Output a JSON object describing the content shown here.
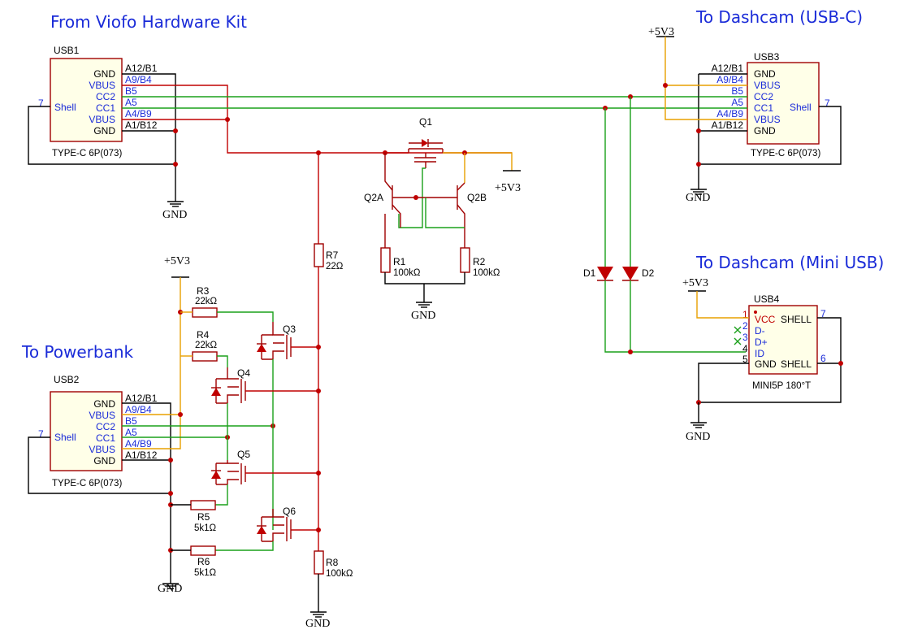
{
  "titles": {
    "from_viofo": "From Viofo Hardware Kit",
    "to_usbc": "To Dashcam (USB-C)",
    "to_powerbank": "To Powerbank",
    "to_miniusb": "To Dashcam (Mini USB)"
  },
  "power_labels": {
    "v5v3": "+5V3",
    "gnd": "GND"
  },
  "usb1": {
    "ref": "USB1",
    "footprint": "TYPE-C 6P(073)",
    "pin_names": [
      "GND",
      "VBUS",
      "CC2",
      "CC1",
      "VBUS",
      "GND"
    ],
    "pin_numbers": [
      "A12/B1",
      "A9/B4",
      "B5",
      "A5",
      "A4/B9",
      "A1/B12"
    ],
    "shell": "Shell",
    "shell_pin": "7"
  },
  "usb2": {
    "ref": "USB2",
    "footprint": "TYPE-C 6P(073)",
    "pin_names": [
      "GND",
      "VBUS",
      "CC2",
      "CC1",
      "VBUS",
      "GND"
    ],
    "pin_numbers": [
      "A12/B1",
      "A9/B4",
      "B5",
      "A5",
      "A4/B9",
      "A1/B12"
    ],
    "shell": "Shell",
    "shell_pin": "7"
  },
  "usb3": {
    "ref": "USB3",
    "footprint": "TYPE-C 6P(073)",
    "pin_names": [
      "GND",
      "VBUS",
      "CC2",
      "CC1",
      "VBUS",
      "GND"
    ],
    "pin_numbers": [
      "A12/B1",
      "A9/B4",
      "B5",
      "A5",
      "A4/B9",
      "A1/B12"
    ],
    "shell": "Shell",
    "shell_pin": "7"
  },
  "usb4": {
    "ref": "USB4",
    "footprint": "MINI5P 180°T",
    "pin_names": [
      "VCC",
      "D-",
      "D+",
      "ID",
      "GND"
    ],
    "pin_numbers": [
      "1",
      "2",
      "3",
      "4",
      "5"
    ],
    "shell_top": "SHELL",
    "shell_bottom": "SHELL",
    "shell_pin_top": "7",
    "shell_pin_bottom": "6"
  },
  "components": {
    "q1": "Q1",
    "q2a": "Q2A",
    "q2b": "Q2B",
    "q3": "Q3",
    "q4": "Q4",
    "q5": "Q5",
    "q6": "Q6",
    "d1": "D1",
    "d2": "D2",
    "r1": {
      "ref": "R1",
      "value": "100kΩ"
    },
    "r2": {
      "ref": "R2",
      "value": "100kΩ"
    },
    "r3": {
      "ref": "R3",
      "value": "22kΩ"
    },
    "r4": {
      "ref": "R4",
      "value": "22kΩ"
    },
    "r5": {
      "ref": "R5",
      "value": "5k1Ω"
    },
    "r6": {
      "ref": "R6",
      "value": "5k1Ω"
    },
    "r7": {
      "ref": "R7",
      "value": "22Ω"
    },
    "r8": {
      "ref": "R8",
      "value": "100kΩ"
    }
  },
  "colors": {
    "vbus_net": "#c00000",
    "cc_net": "#1aa01a",
    "v5v3_net": "#e8a000",
    "gnd_net": "#000000",
    "heading": "#1a2bd8"
  }
}
